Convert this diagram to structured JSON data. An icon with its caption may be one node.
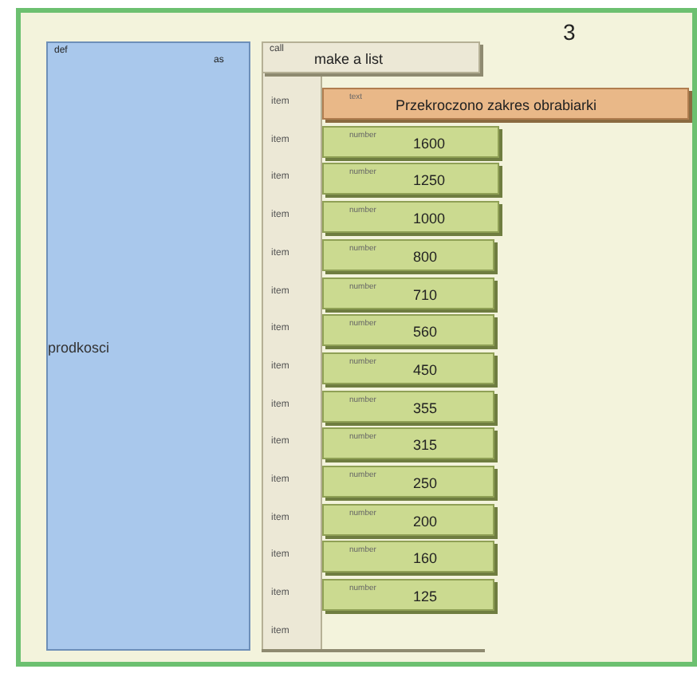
{
  "diagram": {
    "nodes": [
      {
        "text": [
          "def",
          "prodkosci",
          "as"
        ]
      },
      {
        "text": [
          "call",
          "make a list",
          "item",
          "item",
          "item",
          "item",
          "item",
          "item",
          "item",
          "item",
          "item",
          "item",
          "item",
          "item",
          "item",
          "item",
          "item"
        ]
      },
      {
        "text": [
          "text",
          "Przekroczono zakres obrabiarki"
        ]
      },
      {
        "text": [
          "number",
          "1600"
        ]
      },
      {
        "text": [
          "number",
          "1250"
        ]
      },
      {
        "text": [
          "number",
          "1000"
        ]
      },
      {
        "text": [
          "number",
          "800"
        ]
      },
      {
        "text": [
          "number",
          "710"
        ]
      },
      {
        "text": [
          "number",
          "560"
        ]
      },
      {
        "text": [
          "number",
          "450"
        ]
      },
      {
        "text": [
          "number",
          "355"
        ]
      },
      {
        "text": [
          "number",
          "315"
        ]
      },
      {
        "text": [
          "number",
          "250"
        ]
      },
      {
        "text": [
          "number",
          "200"
        ]
      },
      {
        "text": [
          "number",
          "160"
        ]
      },
      {
        "text": [
          "number",
          "125"
        ]
      }
    ],
    "labels": [
      "3"
    ]
  }
}
